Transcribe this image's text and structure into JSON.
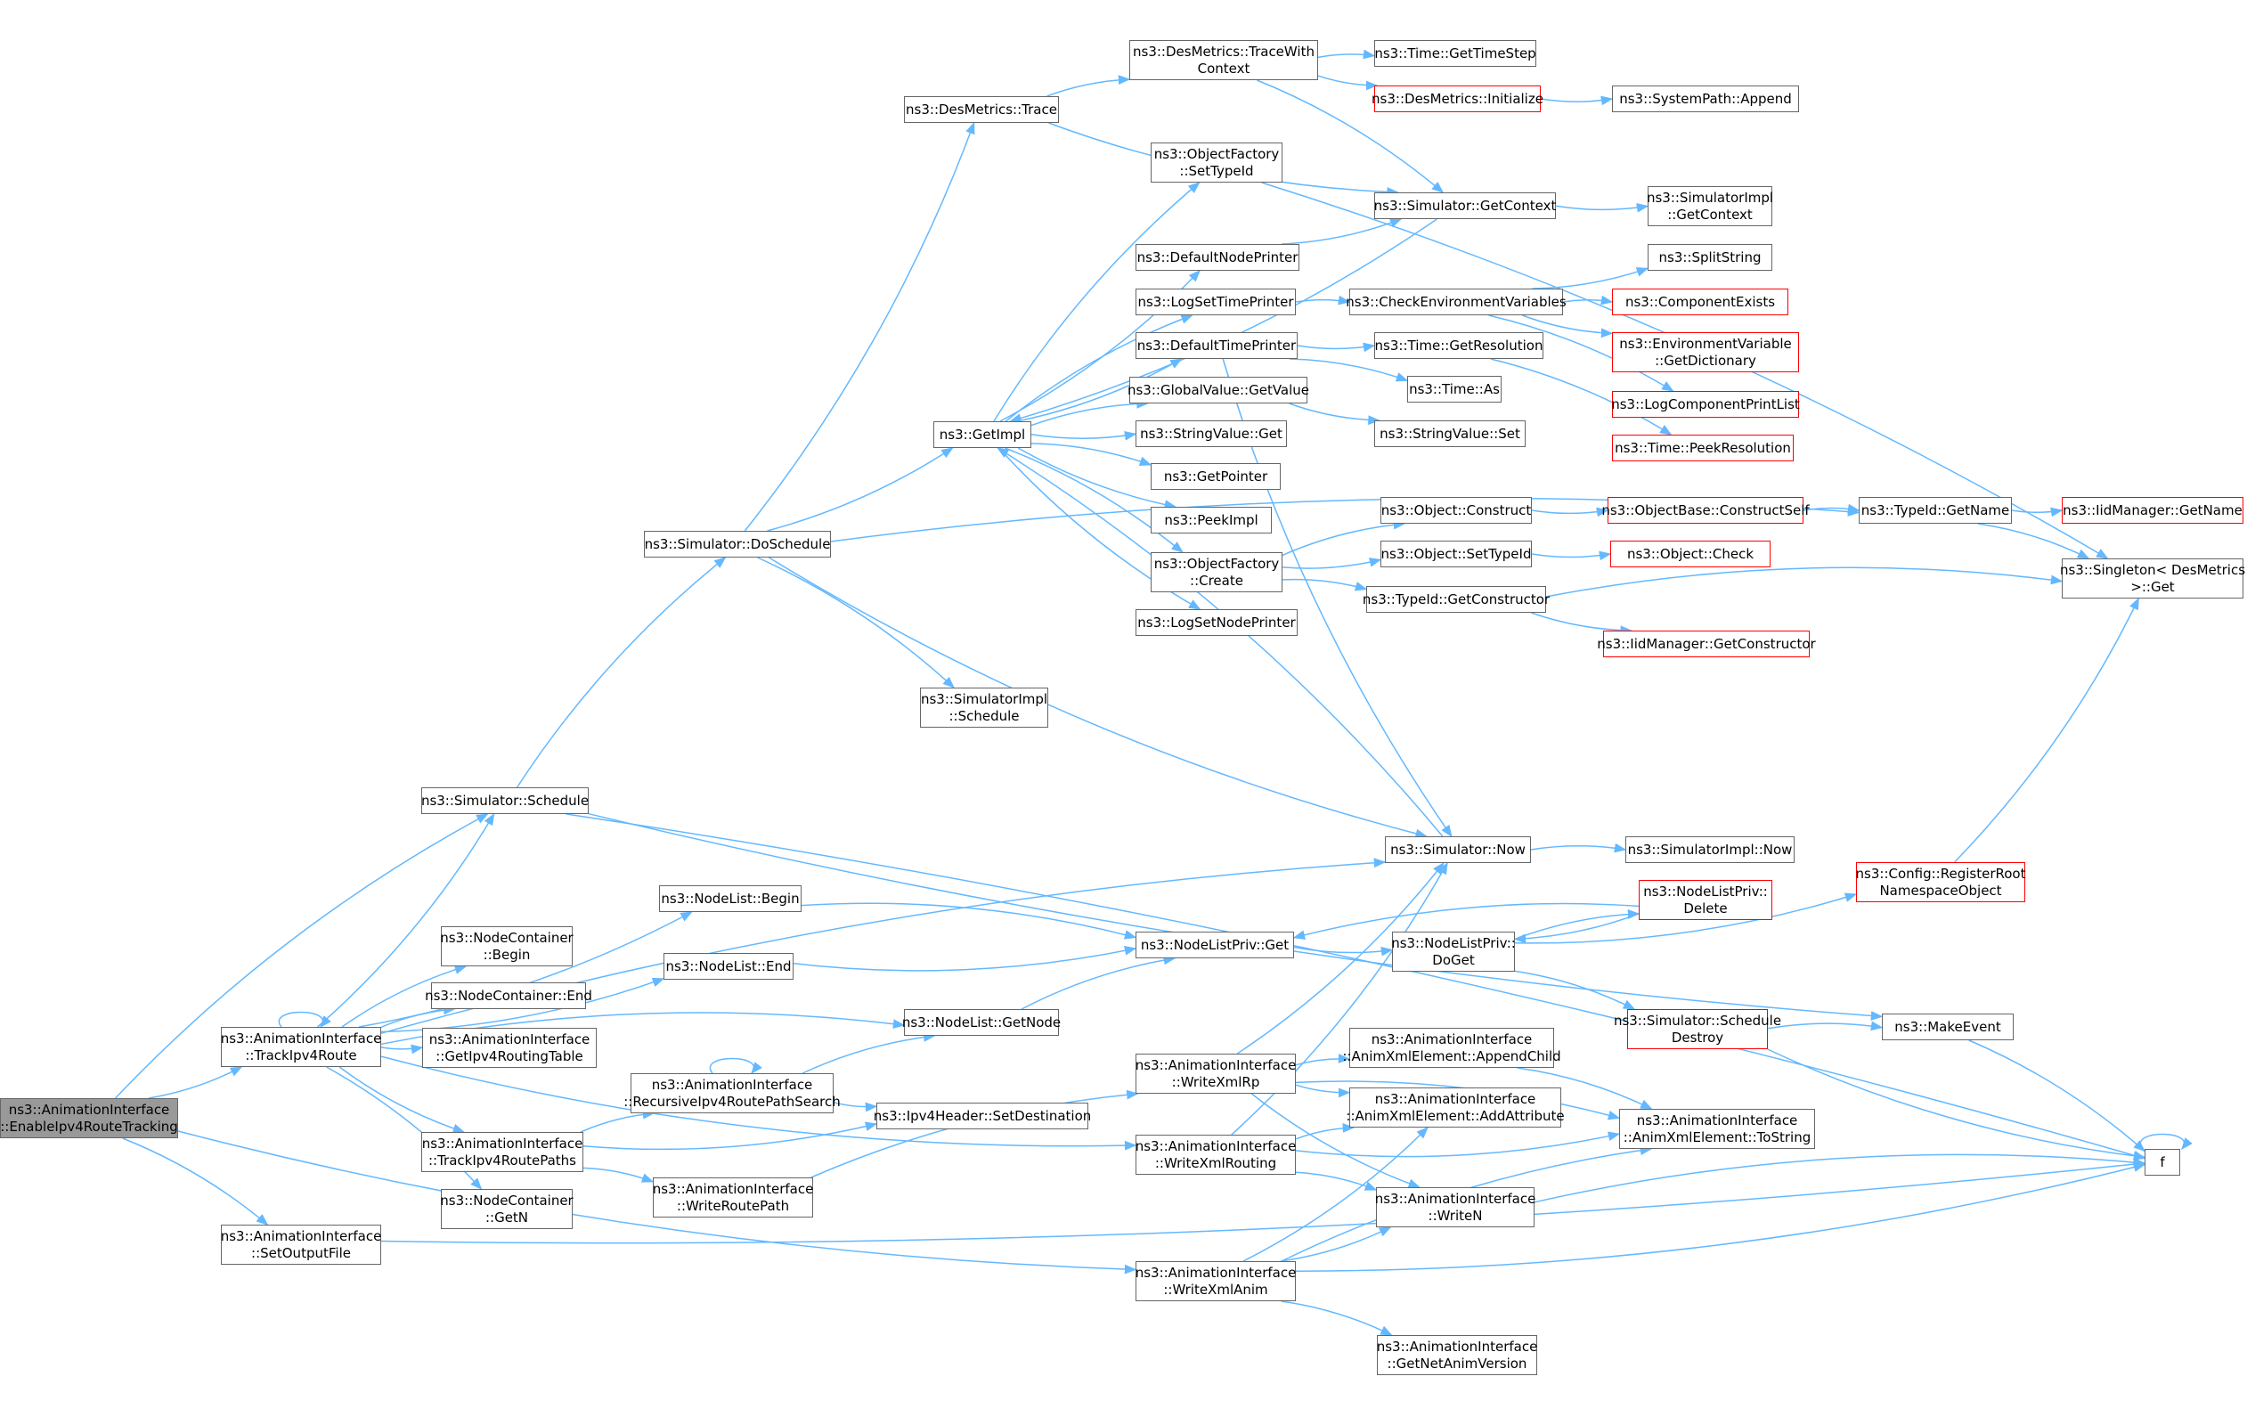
{
  "colors": {
    "edge": "#63b8ff",
    "border": "#666666",
    "incomplete_border": "#ff0000",
    "root_fill": "#999999"
  },
  "nodes": [
    {
      "id": "root",
      "lines": [
        "ns3::AnimationInterface",
        "::EnableIpv4RouteTracking"
      ],
      "style": "root"
    },
    {
      "id": "schedule",
      "lines": [
        "ns3::Simulator::Schedule"
      ]
    },
    {
      "id": "trackroute",
      "lines": [
        "ns3::AnimationInterface",
        "::TrackIpv4Route"
      ]
    },
    {
      "id": "setoutput",
      "lines": [
        "ns3::AnimationInterface",
        "::SetOutputFile"
      ]
    },
    {
      "id": "doschedule",
      "lines": [
        "ns3::Simulator::DoSchedule"
      ]
    },
    {
      "id": "destrace",
      "lines": [
        "ns3::DesMetrics::Trace"
      ]
    },
    {
      "id": "tracewith",
      "lines": [
        "ns3::DesMetrics::TraceWith",
        "Context"
      ]
    },
    {
      "id": "gettimestep",
      "lines": [
        "ns3::Time::GetTimeStep"
      ]
    },
    {
      "id": "desinit",
      "lines": [
        "ns3::DesMetrics::Initialize"
      ],
      "style": "red"
    },
    {
      "id": "sysappend",
      "lines": [
        "ns3::SystemPath::Append"
      ]
    },
    {
      "id": "ofsettypeid",
      "lines": [
        "ns3::ObjectFactory",
        "::SetTypeId"
      ]
    },
    {
      "id": "getcontext",
      "lines": [
        "ns3::Simulator::GetContext"
      ]
    },
    {
      "id": "implgetcontext",
      "lines": [
        "ns3::SimulatorImpl",
        "::GetContext"
      ]
    },
    {
      "id": "defnodeprinter",
      "lines": [
        "ns3::DefaultNodePrinter"
      ]
    },
    {
      "id": "logsettimeprinter",
      "lines": [
        "ns3::LogSetTimePrinter"
      ]
    },
    {
      "id": "checkenv",
      "lines": [
        "ns3::CheckEnvironmentVariables"
      ]
    },
    {
      "id": "splitstring",
      "lines": [
        "ns3::SplitString"
      ]
    },
    {
      "id": "compexists",
      "lines": [
        "ns3::ComponentExists"
      ],
      "style": "red"
    },
    {
      "id": "envdict",
      "lines": [
        "ns3::EnvironmentVariable",
        "::GetDictionary"
      ],
      "style": "red"
    },
    {
      "id": "logcompprint",
      "lines": [
        "ns3::LogComponentPrintList"
      ],
      "style": "red"
    },
    {
      "id": "deftimeprinter",
      "lines": [
        "ns3::DefaultTimePrinter"
      ]
    },
    {
      "id": "timegetres",
      "lines": [
        "ns3::Time::GetResolution"
      ]
    },
    {
      "id": "timeas",
      "lines": [
        "ns3::Time::As"
      ]
    },
    {
      "id": "peekres",
      "lines": [
        "ns3::Time::PeekResolution"
      ],
      "style": "red"
    },
    {
      "id": "gvgetvalue",
      "lines": [
        "ns3::GlobalValue::GetValue"
      ]
    },
    {
      "id": "svset",
      "lines": [
        "ns3::StringValue::Set"
      ]
    },
    {
      "id": "getimpl",
      "lines": [
        "ns3::GetImpl"
      ]
    },
    {
      "id": "svget",
      "lines": [
        "ns3::StringValue::Get"
      ]
    },
    {
      "id": "getpointer",
      "lines": [
        "ns3::GetPointer"
      ]
    },
    {
      "id": "peekimpl",
      "lines": [
        "ns3::PeekImpl"
      ]
    },
    {
      "id": "ofcreate",
      "lines": [
        "ns3::ObjectFactory",
        "::Create"
      ]
    },
    {
      "id": "objconstruct",
      "lines": [
        "ns3::Object::Construct"
      ]
    },
    {
      "id": "obconstructself",
      "lines": [
        "ns3::ObjectBase::ConstructSelf"
      ],
      "style": "red"
    },
    {
      "id": "typeidgetname",
      "lines": [
        "ns3::TypeId::GetName"
      ]
    },
    {
      "id": "iidgetname",
      "lines": [
        "ns3::IidManager::GetName"
      ],
      "style": "red"
    },
    {
      "id": "objsettypeid",
      "lines": [
        "ns3::Object::SetTypeId"
      ]
    },
    {
      "id": "objcheck",
      "lines": [
        "ns3::Object::Check"
      ],
      "style": "red"
    },
    {
      "id": "singleton",
      "lines": [
        "ns3::Singleton< DesMetrics",
        ">::Get"
      ]
    },
    {
      "id": "typeidgetctor",
      "lines": [
        "ns3::TypeId::GetConstructor"
      ]
    },
    {
      "id": "iidgetctor",
      "lines": [
        "ns3::IidManager::GetConstructor"
      ],
      "style": "red"
    },
    {
      "id": "logsetnodeprinter",
      "lines": [
        "ns3::LogSetNodePrinter"
      ]
    },
    {
      "id": "implschedule",
      "lines": [
        "ns3::SimulatorImpl",
        "::Schedule"
      ]
    },
    {
      "id": "simnow",
      "lines": [
        "ns3::Simulator::Now"
      ]
    },
    {
      "id": "implnow",
      "lines": [
        "ns3::SimulatorImpl::Now"
      ]
    },
    {
      "id": "registerroot",
      "lines": [
        "ns3::Config::RegisterRoot",
        "NamespaceObject"
      ],
      "style": "red"
    },
    {
      "id": "nlbegin",
      "lines": [
        "ns3::NodeList::Begin"
      ]
    },
    {
      "id": "nlprivget",
      "lines": [
        "ns3::NodeListPriv::Get"
      ]
    },
    {
      "id": "nlprivdoget",
      "lines": [
        "ns3::NodeListPriv::",
        "DoGet"
      ]
    },
    {
      "id": "nlprivdelete",
      "lines": [
        "ns3::NodeListPriv::",
        "Delete"
      ],
      "style": "red"
    },
    {
      "id": "ncbegin",
      "lines": [
        "ns3::NodeContainer",
        "::Begin"
      ]
    },
    {
      "id": "nlend",
      "lines": [
        "ns3::NodeList::End"
      ]
    },
    {
      "id": "ncend",
      "lines": [
        "ns3::NodeContainer::End"
      ]
    },
    {
      "id": "getrouting",
      "lines": [
        "ns3::AnimationInterface",
        "::GetIpv4RoutingTable"
      ]
    },
    {
      "id": "nlgetnode",
      "lines": [
        "ns3::NodeList::GetNode"
      ]
    },
    {
      "id": "recursive",
      "lines": [
        "ns3::AnimationInterface",
        "::RecursiveIpv4RoutePathSearch"
      ]
    },
    {
      "id": "setdest",
      "lines": [
        "ns3::Ipv4Header::SetDestination"
      ]
    },
    {
      "id": "trackpaths",
      "lines": [
        "ns3::AnimationInterface",
        "::TrackIpv4RoutePaths"
      ]
    },
    {
      "id": "ncgetn",
      "lines": [
        "ns3::NodeContainer",
        "::GetN"
      ]
    },
    {
      "id": "writeroutepath",
      "lines": [
        "ns3::AnimationInterface",
        "::WriteRoutePath"
      ]
    },
    {
      "id": "writexmlrp",
      "lines": [
        "ns3::AnimationInterface",
        "::WriteXmlRp"
      ]
    },
    {
      "id": "appendchild",
      "lines": [
        "ns3::AnimationInterface",
        "::AnimXmlElement::AppendChild"
      ]
    },
    {
      "id": "addattribute",
      "lines": [
        "ns3::AnimationInterface",
        "::AnimXmlElement::AddAttribute"
      ]
    },
    {
      "id": "tostring",
      "lines": [
        "ns3::AnimationInterface",
        "::AnimXmlElement::ToString"
      ]
    },
    {
      "id": "writexmlrouting",
      "lines": [
        "ns3::AnimationInterface",
        "::WriteXmlRouting"
      ]
    },
    {
      "id": "writen",
      "lines": [
        "ns3::AnimationInterface",
        "::WriteN"
      ]
    },
    {
      "id": "writexmlanim",
      "lines": [
        "ns3::AnimationInterface",
        "::WriteXmlAnim"
      ]
    },
    {
      "id": "getnetanim",
      "lines": [
        "ns3::AnimationInterface",
        "::GetNetAnimVersion"
      ]
    },
    {
      "id": "scheddestroy",
      "lines": [
        "ns3::Simulator::Schedule",
        "Destroy"
      ],
      "style": "red"
    },
    {
      "id": "makeevent",
      "lines": [
        "ns3::MakeEvent"
      ]
    },
    {
      "id": "f",
      "lines": [
        "f"
      ]
    }
  ],
  "edges": [
    [
      "root",
      "schedule"
    ],
    [
      "root",
      "trackroute"
    ],
    [
      "root",
      "setoutput"
    ],
    [
      "root",
      "writexmlanim"
    ],
    [
      "schedule",
      "doschedule"
    ],
    [
      "schedule",
      "makeevent"
    ],
    [
      "schedule",
      "f"
    ],
    [
      "doschedule",
      "destrace"
    ],
    [
      "doschedule",
      "typeidgetname"
    ],
    [
      "doschedule",
      "getimpl"
    ],
    [
      "doschedule",
      "implschedule"
    ],
    [
      "doschedule",
      "simnow"
    ],
    [
      "destrace",
      "tracewith"
    ],
    [
      "destrace",
      "getcontext"
    ],
    [
      "tracewith",
      "gettimestep"
    ],
    [
      "tracewith",
      "desinit"
    ],
    [
      "tracewith",
      "getcontext"
    ],
    [
      "desinit",
      "sysappend"
    ],
    [
      "ofsettypeid",
      "singleton"
    ],
    [
      "getcontext",
      "implgetcontext"
    ],
    [
      "getcontext",
      "getimpl"
    ],
    [
      "defnodeprinter",
      "getcontext"
    ],
    [
      "logsettimeprinter",
      "checkenv"
    ],
    [
      "checkenv",
      "splitstring"
    ],
    [
      "checkenv",
      "compexists"
    ],
    [
      "checkenv",
      "envdict"
    ],
    [
      "checkenv",
      "logcompprint"
    ],
    [
      "deftimeprinter",
      "timegetres"
    ],
    [
      "deftimeprinter",
      "timeas"
    ],
    [
      "deftimeprinter",
      "simnow"
    ],
    [
      "timegetres",
      "peekres"
    ],
    [
      "gvgetvalue",
      "svset"
    ],
    [
      "getimpl",
      "ofsettypeid"
    ],
    [
      "getimpl",
      "defnodeprinter"
    ],
    [
      "getimpl",
      "logsettimeprinter"
    ],
    [
      "getimpl",
      "deftimeprinter"
    ],
    [
      "getimpl",
      "gvgetvalue"
    ],
    [
      "getimpl",
      "svget"
    ],
    [
      "getimpl",
      "getpointer"
    ],
    [
      "getimpl",
      "peekimpl"
    ],
    [
      "getimpl",
      "ofcreate"
    ],
    [
      "getimpl",
      "logsetnodeprinter"
    ],
    [
      "ofcreate",
      "objconstruct"
    ],
    [
      "ofcreate",
      "objsettypeid"
    ],
    [
      "ofcreate",
      "typeidgetctor"
    ],
    [
      "objconstruct",
      "obconstructself"
    ],
    [
      "obconstructself",
      "typeidgetname"
    ],
    [
      "typeidgetname",
      "iidgetname"
    ],
    [
      "typeidgetname",
      "singleton"
    ],
    [
      "objsettypeid",
      "objcheck"
    ],
    [
      "typeidgetctor",
      "singleton"
    ],
    [
      "typeidgetctor",
      "iidgetctor"
    ],
    [
      "simnow",
      "implnow"
    ],
    [
      "simnow",
      "getimpl"
    ],
    [
      "trackroute",
      "trackroute"
    ],
    [
      "trackroute",
      "schedule"
    ],
    [
      "trackroute",
      "simnow"
    ],
    [
      "trackroute",
      "nlbegin"
    ],
    [
      "trackroute",
      "ncbegin"
    ],
    [
      "trackroute",
      "nlend"
    ],
    [
      "trackroute",
      "ncend"
    ],
    [
      "trackroute",
      "getrouting"
    ],
    [
      "trackroute",
      "nlgetnode"
    ],
    [
      "trackroute",
      "trackpaths"
    ],
    [
      "trackroute",
      "ncgetn"
    ],
    [
      "trackroute",
      "writexmlrouting"
    ],
    [
      "nlbegin",
      "nlprivget"
    ],
    [
      "nlend",
      "nlprivget"
    ],
    [
      "nlgetnode",
      "nlprivget"
    ],
    [
      "nlprivget",
      "nlprivdoget"
    ],
    [
      "nlprivdoget",
      "nlprivdelete"
    ],
    [
      "nlprivdoget",
      "registerroot"
    ],
    [
      "nlprivdoget",
      "scheddestroy"
    ],
    [
      "nlprivdelete",
      "nlprivget"
    ],
    [
      "nlprivdelete",
      "nlprivdoget"
    ],
    [
      "registerroot",
      "singleton"
    ],
    [
      "trackpaths",
      "recursive"
    ],
    [
      "trackpaths",
      "setdest"
    ],
    [
      "trackpaths",
      "writeroutepath"
    ],
    [
      "recursive",
      "recursive"
    ],
    [
      "recursive",
      "nlgetnode"
    ],
    [
      "recursive",
      "setdest"
    ],
    [
      "writeroutepath",
      "writexmlrp"
    ],
    [
      "writexmlrp",
      "simnow"
    ],
    [
      "writexmlrp",
      "appendchild"
    ],
    [
      "writexmlrp",
      "addattribute"
    ],
    [
      "writexmlrp",
      "tostring"
    ],
    [
      "writexmlrp",
      "writen"
    ],
    [
      "appendchild",
      "tostring"
    ],
    [
      "writexmlrouting",
      "simnow"
    ],
    [
      "writexmlrouting",
      "addattribute"
    ],
    [
      "writexmlrouting",
      "tostring"
    ],
    [
      "writexmlrouting",
      "writen"
    ],
    [
      "writexmlanim",
      "addattribute"
    ],
    [
      "writexmlanim",
      "tostring"
    ],
    [
      "writexmlanim",
      "writen"
    ],
    [
      "writexmlanim",
      "getnetanim"
    ],
    [
      "writexmlanim",
      "f"
    ],
    [
      "writen",
      "f"
    ],
    [
      "setoutput",
      "f"
    ],
    [
      "scheddestroy",
      "makeevent"
    ],
    [
      "scheddestroy",
      "f"
    ],
    [
      "makeevent",
      "f"
    ],
    [
      "f",
      "f"
    ]
  ]
}
